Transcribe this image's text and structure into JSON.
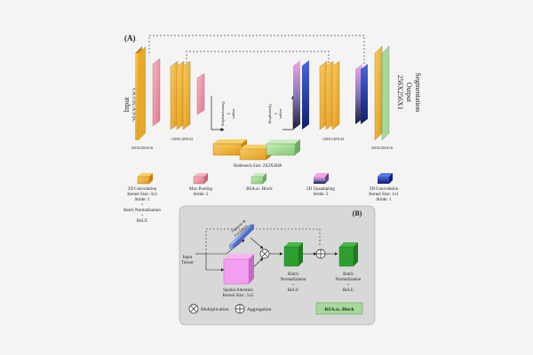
{
  "panel_a": {
    "label": "(A)",
    "input_label": "Input",
    "input_size": "256X256X1",
    "output_label": "Segmentation",
    "output_label2": "Output",
    "output_size": "256X256X1",
    "size_256_left": "256X256X16",
    "size_128_left": "128X128X32",
    "size_128_right": "128X128X32",
    "size_256_right": "256X256X16",
    "downsampling": "Downsampling",
    "downsampling_stages": "5",
    "downsampling_suffix": "stages",
    "upsampling": "Upsampling",
    "upsampling_stages": "5",
    "upsampling_suffix": "stages",
    "bottleneck": "Bottleneck Size: 2X2X2048"
  },
  "legend": {
    "conv3": [
      "2D Convolution",
      "Kernel Size: 3x3",
      "Stride: 1",
      "+",
      "Batch Normalization",
      "+",
      "ReLU"
    ],
    "maxpool": [
      "Max Pooling",
      "Stride: 2"
    ],
    "rsa": [
      "RSA.sc. Block"
    ],
    "upsample": [
      "2D Upsampling",
      "Stride: 2"
    ],
    "conv1": [
      "2D Convolution",
      "Kernel Size: 1x1",
      "Stride: 1"
    ]
  },
  "panel_b": {
    "label": "(B)",
    "input_tensor": [
      "Input",
      "Tensor"
    ],
    "squeeze": [
      "Squeeze &",
      "Excitation"
    ],
    "spatial": [
      "Spatial Attention",
      "Kernel Size : 5x5"
    ],
    "bn1": [
      "Batch",
      "Normalization",
      "+",
      "ReLU"
    ],
    "bn2": [
      "Batch",
      "Normalization",
      "+",
      "ReLU"
    ],
    "multiplication": "Multiplication",
    "aggregation": "Aggregation",
    "block_name": "RSA.sc. Block"
  },
  "colors": {
    "conv": "#f0b23a",
    "pool": "#ea8a9a",
    "rsa": "#a6d89a",
    "upsample_top": "#e98fd2",
    "conv1_top": "#3a4fd0",
    "green": "#2ea02e",
    "magenta": "#f2a0f0",
    "panel_bg": "#d8d8d8"
  }
}
